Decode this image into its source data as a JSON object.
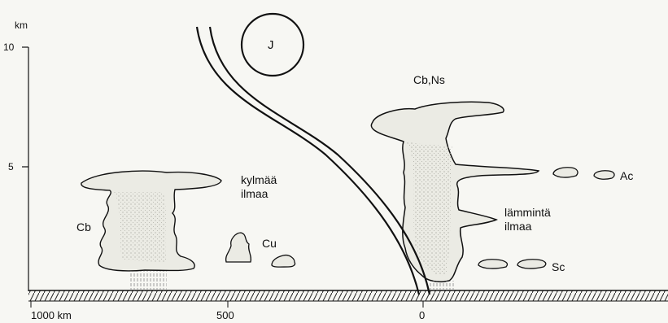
{
  "axis": {
    "unit": "km",
    "ticks": [
      "10",
      "5"
    ]
  },
  "distance": {
    "left": "1000 km",
    "mid": "500",
    "zero": "0"
  },
  "jet_label": "J",
  "clouds": {
    "cb_left": "Cb",
    "cu": "Cu",
    "cb_ns": "Cb,Ns",
    "ac": "Ac",
    "sc": "Sc"
  },
  "air": {
    "cold_line1": "kylmää",
    "cold_line2": "ilmaa",
    "warm_line1": "lämmintä",
    "warm_line2": "ilmaa"
  },
  "colors": {
    "ink": "#111111",
    "cloud_fill": "#ebebe4",
    "stipple": "#9a9a92",
    "background": "#f7f7f3"
  }
}
